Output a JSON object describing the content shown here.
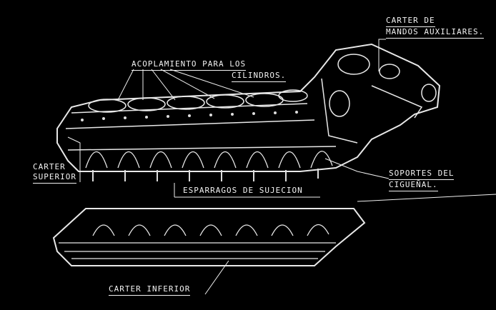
{
  "labels": {
    "carter_mandos": [
      "CARTER DE",
      "MANDOS AUXILIARES."
    ],
    "acoplamiento": [
      "ACOPLAMIENTO PARA LOS",
      "CILINDROS."
    ],
    "carter_superior": [
      "CARTER",
      "SUPERIOR"
    ],
    "soportes": [
      "SOPORTES DEL",
      "CIGUEÑAL."
    ],
    "esparragos": "ESPARRAGOS DE SUJECION",
    "carter_inferior": "CARTER INFERIOR"
  },
  "colors": {
    "background": "#000000",
    "ink": "#f2f2f2"
  }
}
